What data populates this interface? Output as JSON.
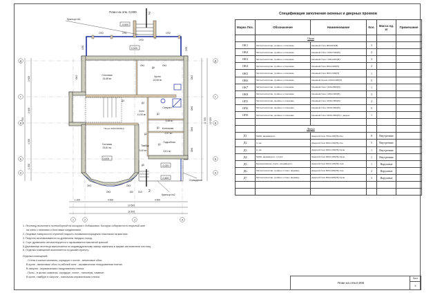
{
  "plan": {
    "title": "План на отм. 0,000",
    "section_mark": "2",
    "porch1": "Крыльцо №1",
    "porch2": "Крыльцо №2",
    "fence": "Ограждение",
    "levels": {
      "porch1": "-0,600",
      "terrace": "0,020",
      "living": "0,000",
      "porch2_top": "-0,020",
      "porch2_low": "-0,600"
    },
    "openings": {
      "op2": "ОП2",
      "op3": "ОП3",
      "op1": "ОП1",
      "ok4": "ОК4",
      "ok2": "ОК2",
      "ok3": "ОК3",
      "ok6": "ОК6",
      "d1": "Д1",
      "d2": "Д2",
      "d3": "Д3",
      "d4": "Д4",
      "d5": "Д5",
      "d6": "Д6"
    },
    "rooms": [
      {
        "name": "Столовая",
        "area": "14,68 м²"
      },
      {
        "name": "Кухня",
        "area": "13,06 м²"
      },
      {
        "name": "Санузел",
        "area": "5,48 м²"
      },
      {
        "name": "Холл",
        "area": "11,90 м²"
      },
      {
        "name": "Котельная",
        "area": "2,97 м²"
      },
      {
        "name": "Подсобная",
        "area": "5,61 м²"
      },
      {
        "name": "Тамбур",
        "area": "3,40 м²"
      },
      {
        "name": "Гостиная",
        "area": "23,81 м²"
      }
    ],
    "opening_note": "Проем 1610х2600(Н)",
    "dims": {
      "d1200": "1 200",
      "d4500a": "4 500",
      "d4500b": "4 500",
      "d10500": "10 500",
      "d11500": "11 500",
      "d150": "150",
      "d510": "510",
      "v3600": "3 600",
      "v2400": "2 400",
      "v4200": "4 200",
      "v1200": "1 200",
      "v11700": "11 700",
      "v12020": "12 020"
    },
    "axes_x": [
      "1",
      "2",
      "3",
      "4"
    ],
    "axes_y": [
      "Д",
      "Г",
      "В",
      "Б",
      "А"
    ]
  },
  "spec": {
    "title": "Спецификация заполнения оконных и дверных проемов",
    "headers": [
      "Марка Поз.",
      "Обозначение",
      "Наименование",
      "Кол.",
      "Масса ед. кг",
      "Примечание"
    ],
    "windows_heading": "Окна",
    "windows": [
      {
        "mark": "ОК1",
        "desc": "Металлопластик, тройное остекление",
        "name": "Оконный блок 600х600(Н)",
        "qty": "3"
      },
      {
        "mark": "ОК2",
        "desc": "Металлопластик, тройное остекление",
        "name": "Оконный блок 1500х1500(Н)",
        "qty": "2"
      },
      {
        "mark": "ОК3",
        "desc": "Металлопластик, тройное остекление",
        "name": "Оконный блок 1100х2200(Н)",
        "qty": "3"
      },
      {
        "mark": "ОК4",
        "desc": "Металлопластик, тройное остекление",
        "name": "Оконный блок 900х2400(Н)",
        "qty": "2"
      },
      {
        "mark": "ОК5",
        "desc": "Металлопластик, тройное остекление",
        "name": "Оконный блок 600х1500(Н)",
        "qty": "1"
      },
      {
        "mark": "ОК6",
        "desc": "Металлопластик, тройное остекление",
        "name": "Оконный проем 1200х2400(Н)",
        "qty": "5"
      },
      {
        "mark": "ОК7",
        "desc": "Металлопластик, тройное остекление",
        "name": "Оконный блок 1200х2800(Н)",
        "qty": "1"
      },
      {
        "mark": "ОК8",
        "desc": "Металлопластик, тройное остекление",
        "name": "Оконный блок 1100х1900(Н)",
        "qty": "3"
      },
      {
        "mark": "ОП1",
        "desc": "Металлопластик, двойное остекление",
        "name": "Оконный блок 1600х1800(Н)",
        "qty": "2"
      },
      {
        "mark": "ОП2",
        "desc": "Металлопластик, двойное остекление",
        "name": "Оконный блок 1900х1800(Н)",
        "qty": "5"
      },
      {
        "mark": "ОП3",
        "desc": "Металлопластик, двойное остекление",
        "name": "Оконный блок 1900х1800(Н) с дверью",
        "qty": "1"
      }
    ],
    "doors_heading": "Двери",
    "doors": [
      {
        "mark": "Д1",
        "desc": "МДФ, индивидуал.",
        "name": "Дверной блок 700х2100(Н)с/пм",
        "qty": "8",
        "note": "Внутренние"
      },
      {
        "mark": "Д2",
        "desc": "то же",
        "name": "Дверной блок 900х2100(Н)с/пм",
        "qty": "5",
        "note": "Внутренние"
      },
      {
        "mark": "Д3",
        "desc": "то же",
        "name": "Дверной блок 900х2100(Н)с/прав",
        "qty": "1",
        "note": "Внутренние"
      },
      {
        "mark": "Д4",
        "desc": "МДФ, индивидуал. остекл.",
        "name": "Дверной блок 900х2100(Н)с/прав",
        "qty": "1",
        "note": "Внутренние"
      },
      {
        "mark": "Д5",
        "desc": "Бронированная, утепл., индивидуал.",
        "name": "Дверной блок 900х2100(Н)с/лев",
        "qty": "1",
        "note": "Наружные"
      },
      {
        "mark": "Д6",
        "desc": "Металлопластик, тройное остекл. индивид.",
        "name": "Дверной блок 800х2400(Н)с/лев",
        "qty": "2",
        "note": "Наружные"
      },
      {
        "mark": "Д7",
        "desc": "Металлопластик, тройное остекл. индивид.",
        "name": "Дверной блок 800х2400(Н)с/прав",
        "qty": "3",
        "note": "Наружные"
      }
    ]
  },
  "notes": {
    "items": [
      "1. Лестницу выполнить полносборной на косоурах с бобышками. Косоуры собираются в открытый шип",
      "на клею с нагелями и болтовым соединением.",
      "2. Лицевые поверхности ступеней покрыть поливинилхлоридным пластиком на мастике.",
      "3. Поручни изготавливаются из древесины твердых пород.",
      "4. Сорт. древесины антисептируется и окрашивается масляной краской.",
      "5 Деревянная лестница выполняется по индивидуальному заказу заказчика в фирме-изготовителе лестниц.",
      "6. Отделка помещений выполняется по дизайн-проекту."
    ],
    "finish_heading": "Отделка помещений:",
    "finish": [
      "- Стены в жилых комнатах, коридоре и холле - виниловые обои.",
      "В кухне - виниловые обои, в рабочей зоне - керамическая глазурованная плитка.",
      "В санузле - керамическая глазурованная плитка.",
      "- Полы - в жилых комнатах, коридоре, холле - линолеум, ламинат",
      "В кухне, тамбуре и санузле - напольная керамическая плитка."
    ]
  },
  "title_block": {
    "name": "План на отм.0,000",
    "sheet_label": "Лист",
    "sheet_number": "5"
  }
}
